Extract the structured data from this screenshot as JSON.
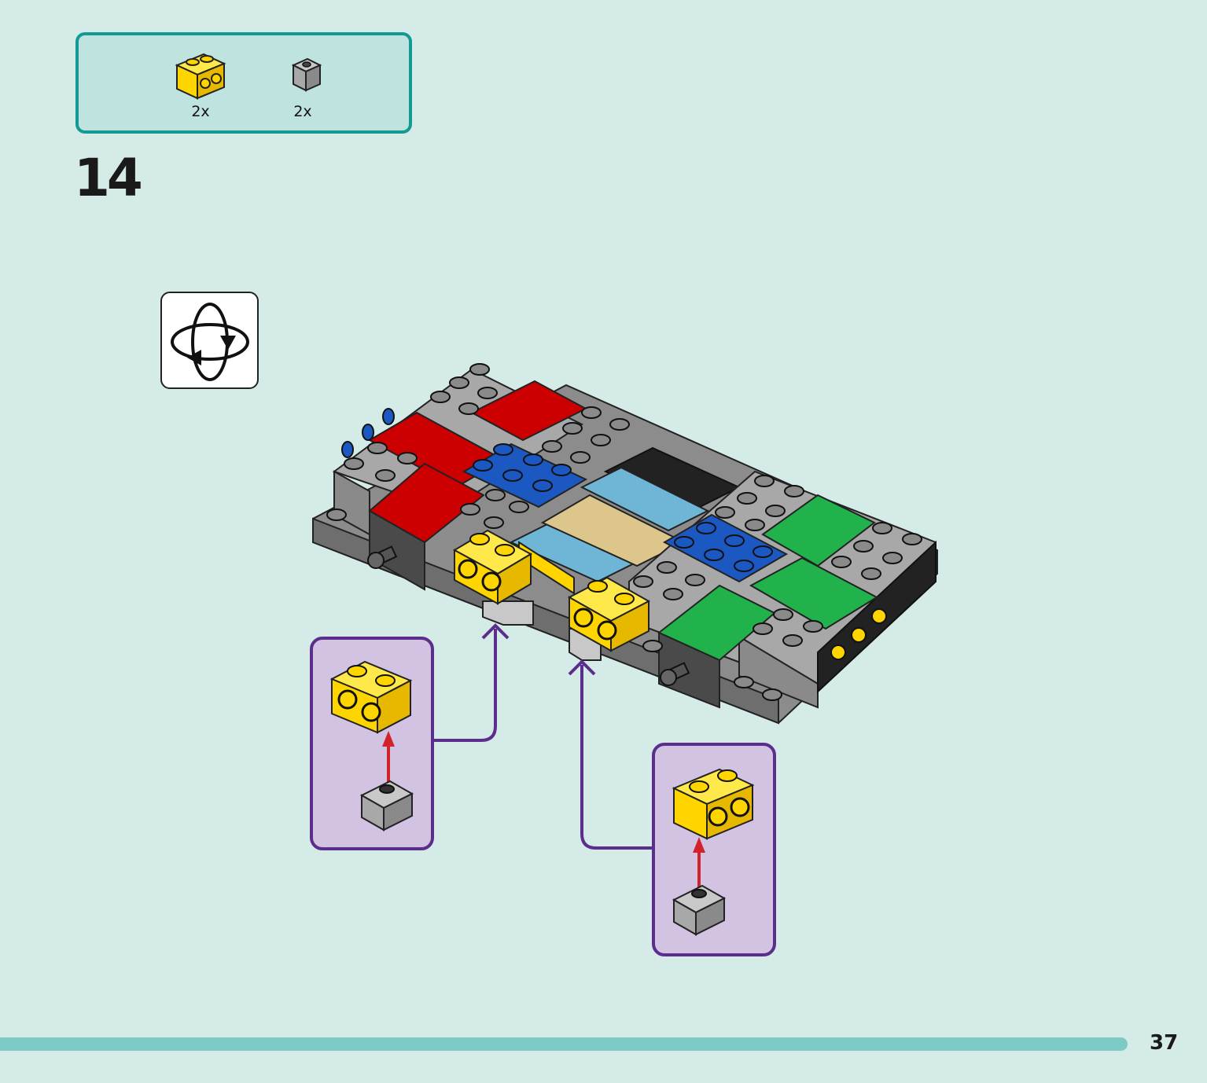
{
  "parts_list": {
    "items": [
      {
        "icon": "yellow-brick-1x2-side-studs",
        "count": "2x",
        "color": "#ffd500"
      },
      {
        "icon": "gray-brick-1x1",
        "count": "2x",
        "color": "#a0a0a0"
      }
    ]
  },
  "step": {
    "number": "14"
  },
  "rotate_hint": {
    "icon": "rotate-model-icon"
  },
  "page": {
    "number": "37"
  },
  "colors": {
    "background": "#d4ebe8",
    "parts_border": "#149a95",
    "callout_border": "#5b2d8c",
    "callout_fill": "#d3c3e3",
    "footer_bar": "#7ecac5",
    "arrow_red": "#d2232a",
    "brick_yellow": "#ffd500",
    "brick_gray": "#a0a0a0",
    "brick_red": "#cc0000",
    "brick_blue": "#1c58c2",
    "brick_green": "#22b24c",
    "brick_tan": "#dcc68c",
    "brick_light_blue": "#6fb5d6"
  }
}
